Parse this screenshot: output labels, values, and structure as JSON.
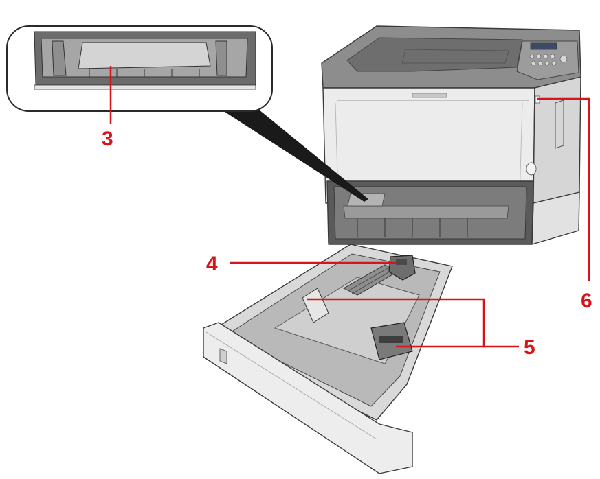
{
  "callouts": [
    {
      "id": "3",
      "label": "3"
    },
    {
      "id": "4",
      "label": "4"
    },
    {
      "id": "5",
      "label": "5"
    },
    {
      "id": "6",
      "label": "6"
    }
  ],
  "colors": {
    "callout": "#d7141a",
    "body": "#e9e9e9",
    "top_panel": "#8a8a8a",
    "interior": "#4a4a4a",
    "tray": "#dcdcdc"
  }
}
